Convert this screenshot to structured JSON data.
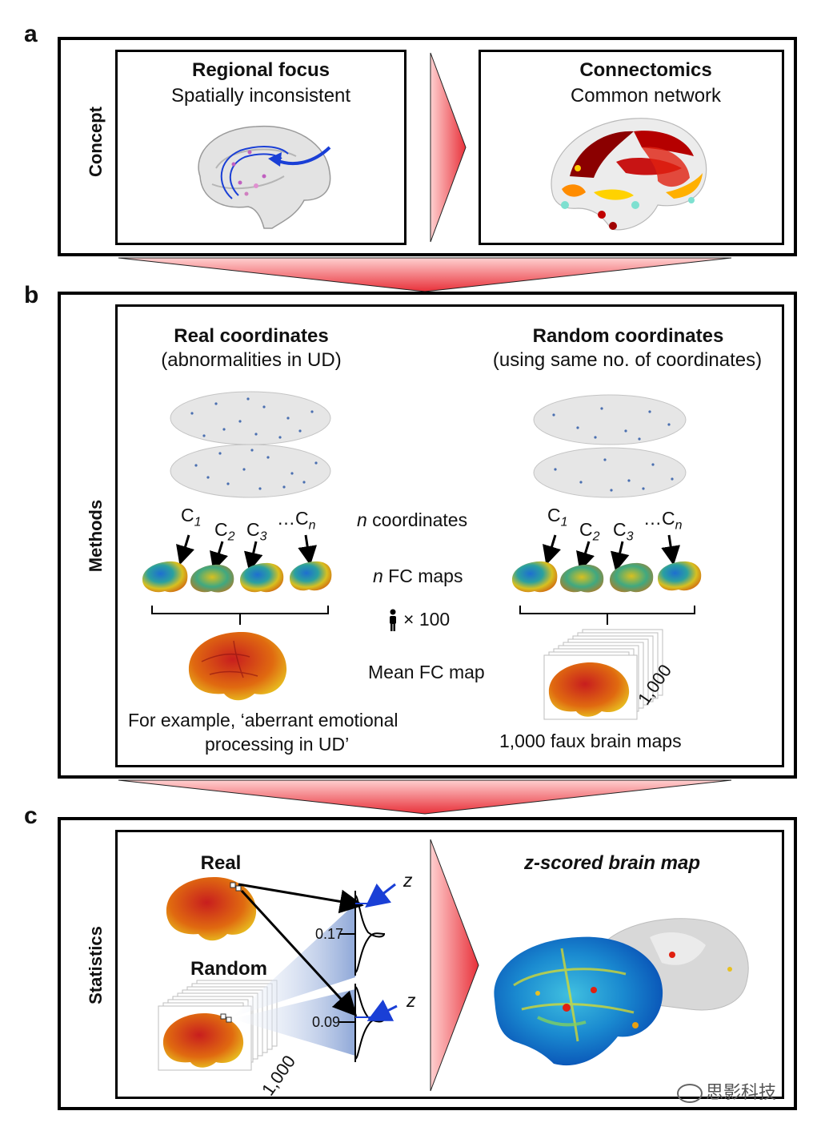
{
  "panels": {
    "a": {
      "letter": "a",
      "side_label": "Concept",
      "left_title": "Regional focus",
      "left_subtitle": "Spatially inconsistent",
      "right_title": "Connectomics",
      "right_subtitle": "Common network"
    },
    "b": {
      "letter": "b",
      "side_label": "Methods",
      "left_title": "Real coordinates",
      "left_subtitle": "(abnormalities in UD)",
      "right_title": "Random coordinates",
      "right_subtitle": "(using same no. of coordinates)",
      "coord_labels": [
        "C",
        "C",
        "C",
        "…C"
      ],
      "coord_subs": [
        "1",
        "2",
        "3",
        "n"
      ],
      "n_coordinates_italic": "n",
      "n_coordinates_text": " coordinates",
      "n_fc_italic": "n",
      "n_fc_text": " FC maps",
      "subjects": "× 100",
      "mean_fc": "Mean FC map",
      "example_line1": "For example, ‘aberrant emotional",
      "example_line2": "processing in UD’",
      "faux_count": "1,000",
      "faux_caption": "1,000 faux brain maps"
    },
    "c": {
      "letter": "c",
      "side_label": "Statistics",
      "real_label": "Real",
      "random_label": "Random",
      "z_label": "z",
      "value_upper": "0.17",
      "value_lower": "0.09",
      "count": "1,000",
      "right_title": "z-scored brain map"
    }
  },
  "watermark": "思影科技",
  "colors": {
    "arrow_red": "#e8313a",
    "arrow_light": "#ffd0d0",
    "blue_arrow": "#1a3fd6",
    "cone_blue": "#8fa8d8"
  }
}
